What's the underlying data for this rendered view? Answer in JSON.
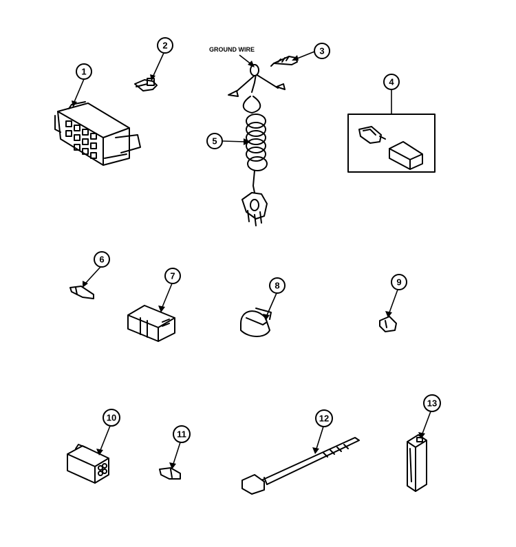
{
  "labels": {
    "ground_wire": "GROUND WIRE"
  },
  "callouts": [
    "1",
    "2",
    "3",
    "4",
    "5",
    "6",
    "7",
    "8",
    "9",
    "10",
    "11",
    "12",
    "13"
  ]
}
